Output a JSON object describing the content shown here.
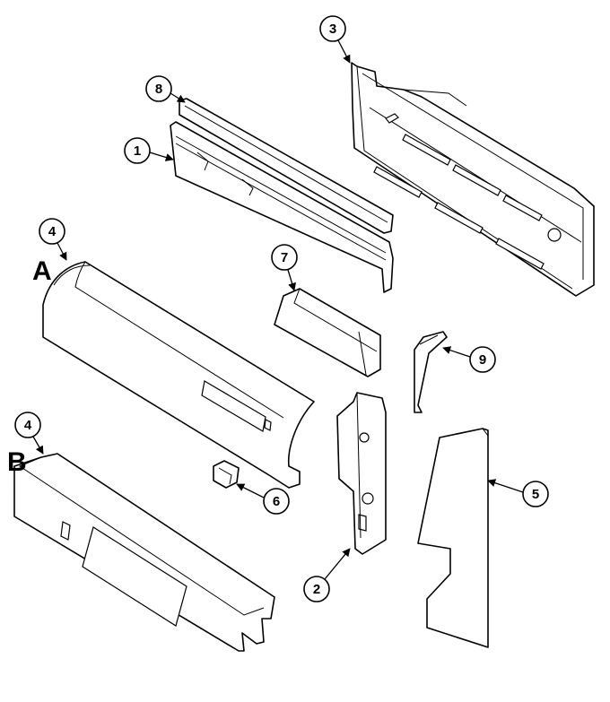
{
  "diagram": {
    "variant_labels": [
      "A",
      "B"
    ],
    "callouts": [
      "1",
      "2",
      "3",
      "4",
      "4",
      "5",
      "6",
      "7",
      "8",
      "9"
    ]
  }
}
